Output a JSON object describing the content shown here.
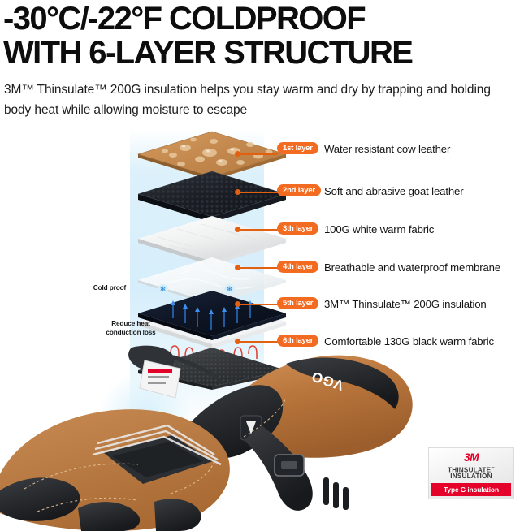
{
  "headline": {
    "line1": "-30°C/-22°F COLDPROOF",
    "line2": "WITH 6-LAYER STRUCTURE"
  },
  "subtitle": "3M™ Thinsulate™ 200G insulation helps you stay warm and dry by trapping and holding body heat while allowing moisture to escape",
  "layers": [
    {
      "badge": "1st layer",
      "label": "Water resistant cow leather"
    },
    {
      "badge": "2nd layer",
      "label": "Soft and abrasive goat leather"
    },
    {
      "badge": "3th layer",
      "label": "100G white warm fabric"
    },
    {
      "badge": "4th layer",
      "label": "Breathable and waterproof membrane"
    },
    {
      "badge": "5th layer",
      "label": "3M™ Thinsulate™ 200G insulation"
    },
    {
      "badge": "6th layer",
      "label": "Comfortable 130G black warm fabric"
    }
  ],
  "annotations": {
    "cold_proof": "Cold proof",
    "reduce_heat_l1": "Reduce heat",
    "reduce_heat_l2": "conduction loss"
  },
  "glove": {
    "brand": "VGO"
  },
  "thinsulate_badge": {
    "brand": "3M",
    "name": "THINSULATE",
    "tm": "™",
    "word": "INSULATION",
    "type": "Type G insulation"
  },
  "colors": {
    "accent_orange": "#F26B21",
    "connector_orange": "#E2600F",
    "brand_red": "#E4022B",
    "band_blue": "#D6EEFB",
    "leather_tan": "#C08852",
    "ink": "#0d0d0d"
  }
}
